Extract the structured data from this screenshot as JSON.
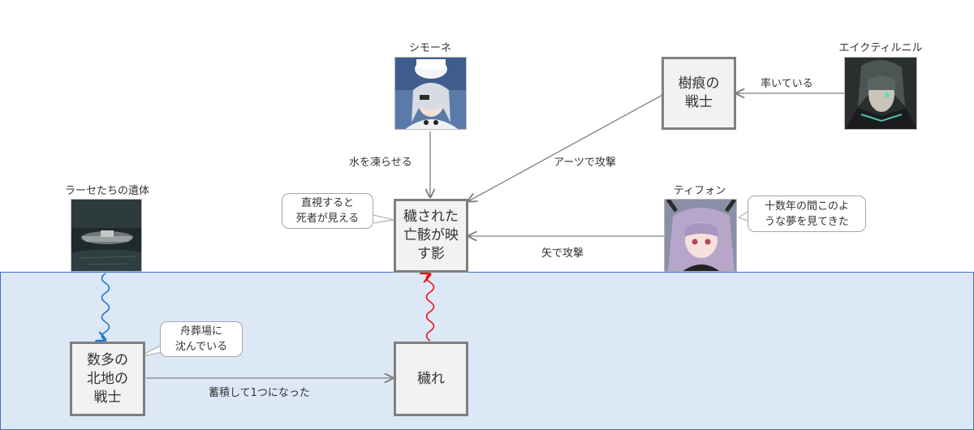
{
  "nodes": {
    "shadow": "穢された\n亡骸が映\nす影",
    "scarred_warriors": "樹痕の\n戦士",
    "northern_warriors": "数多の\n北地の\n戦士",
    "defilement": "穢れ"
  },
  "characters": {
    "simone": "シモーネ",
    "ekt": "エイクティルニル",
    "typhon": "ティフォン",
    "corpses": "ラーセたちの遺体"
  },
  "edges": {
    "freeze": "水を凍らせる",
    "lead": "率いている",
    "arts": "アーツで攻撃",
    "arrow": "矢で攻撃",
    "accumulate": "蓄積して1つになった"
  },
  "callouts": {
    "see_dead": "直視すると\n死者が見える",
    "dream": "十数年の間このよ\nうな夢を見てきた",
    "sunk": "舟葬場に\n沈んでいる"
  },
  "colors": {
    "region_fill": "#dce8f6",
    "region_border": "#3a73c2",
    "wavy_blue": "#1f78d1",
    "wavy_red": "#e81010",
    "arrow": "#808080"
  }
}
